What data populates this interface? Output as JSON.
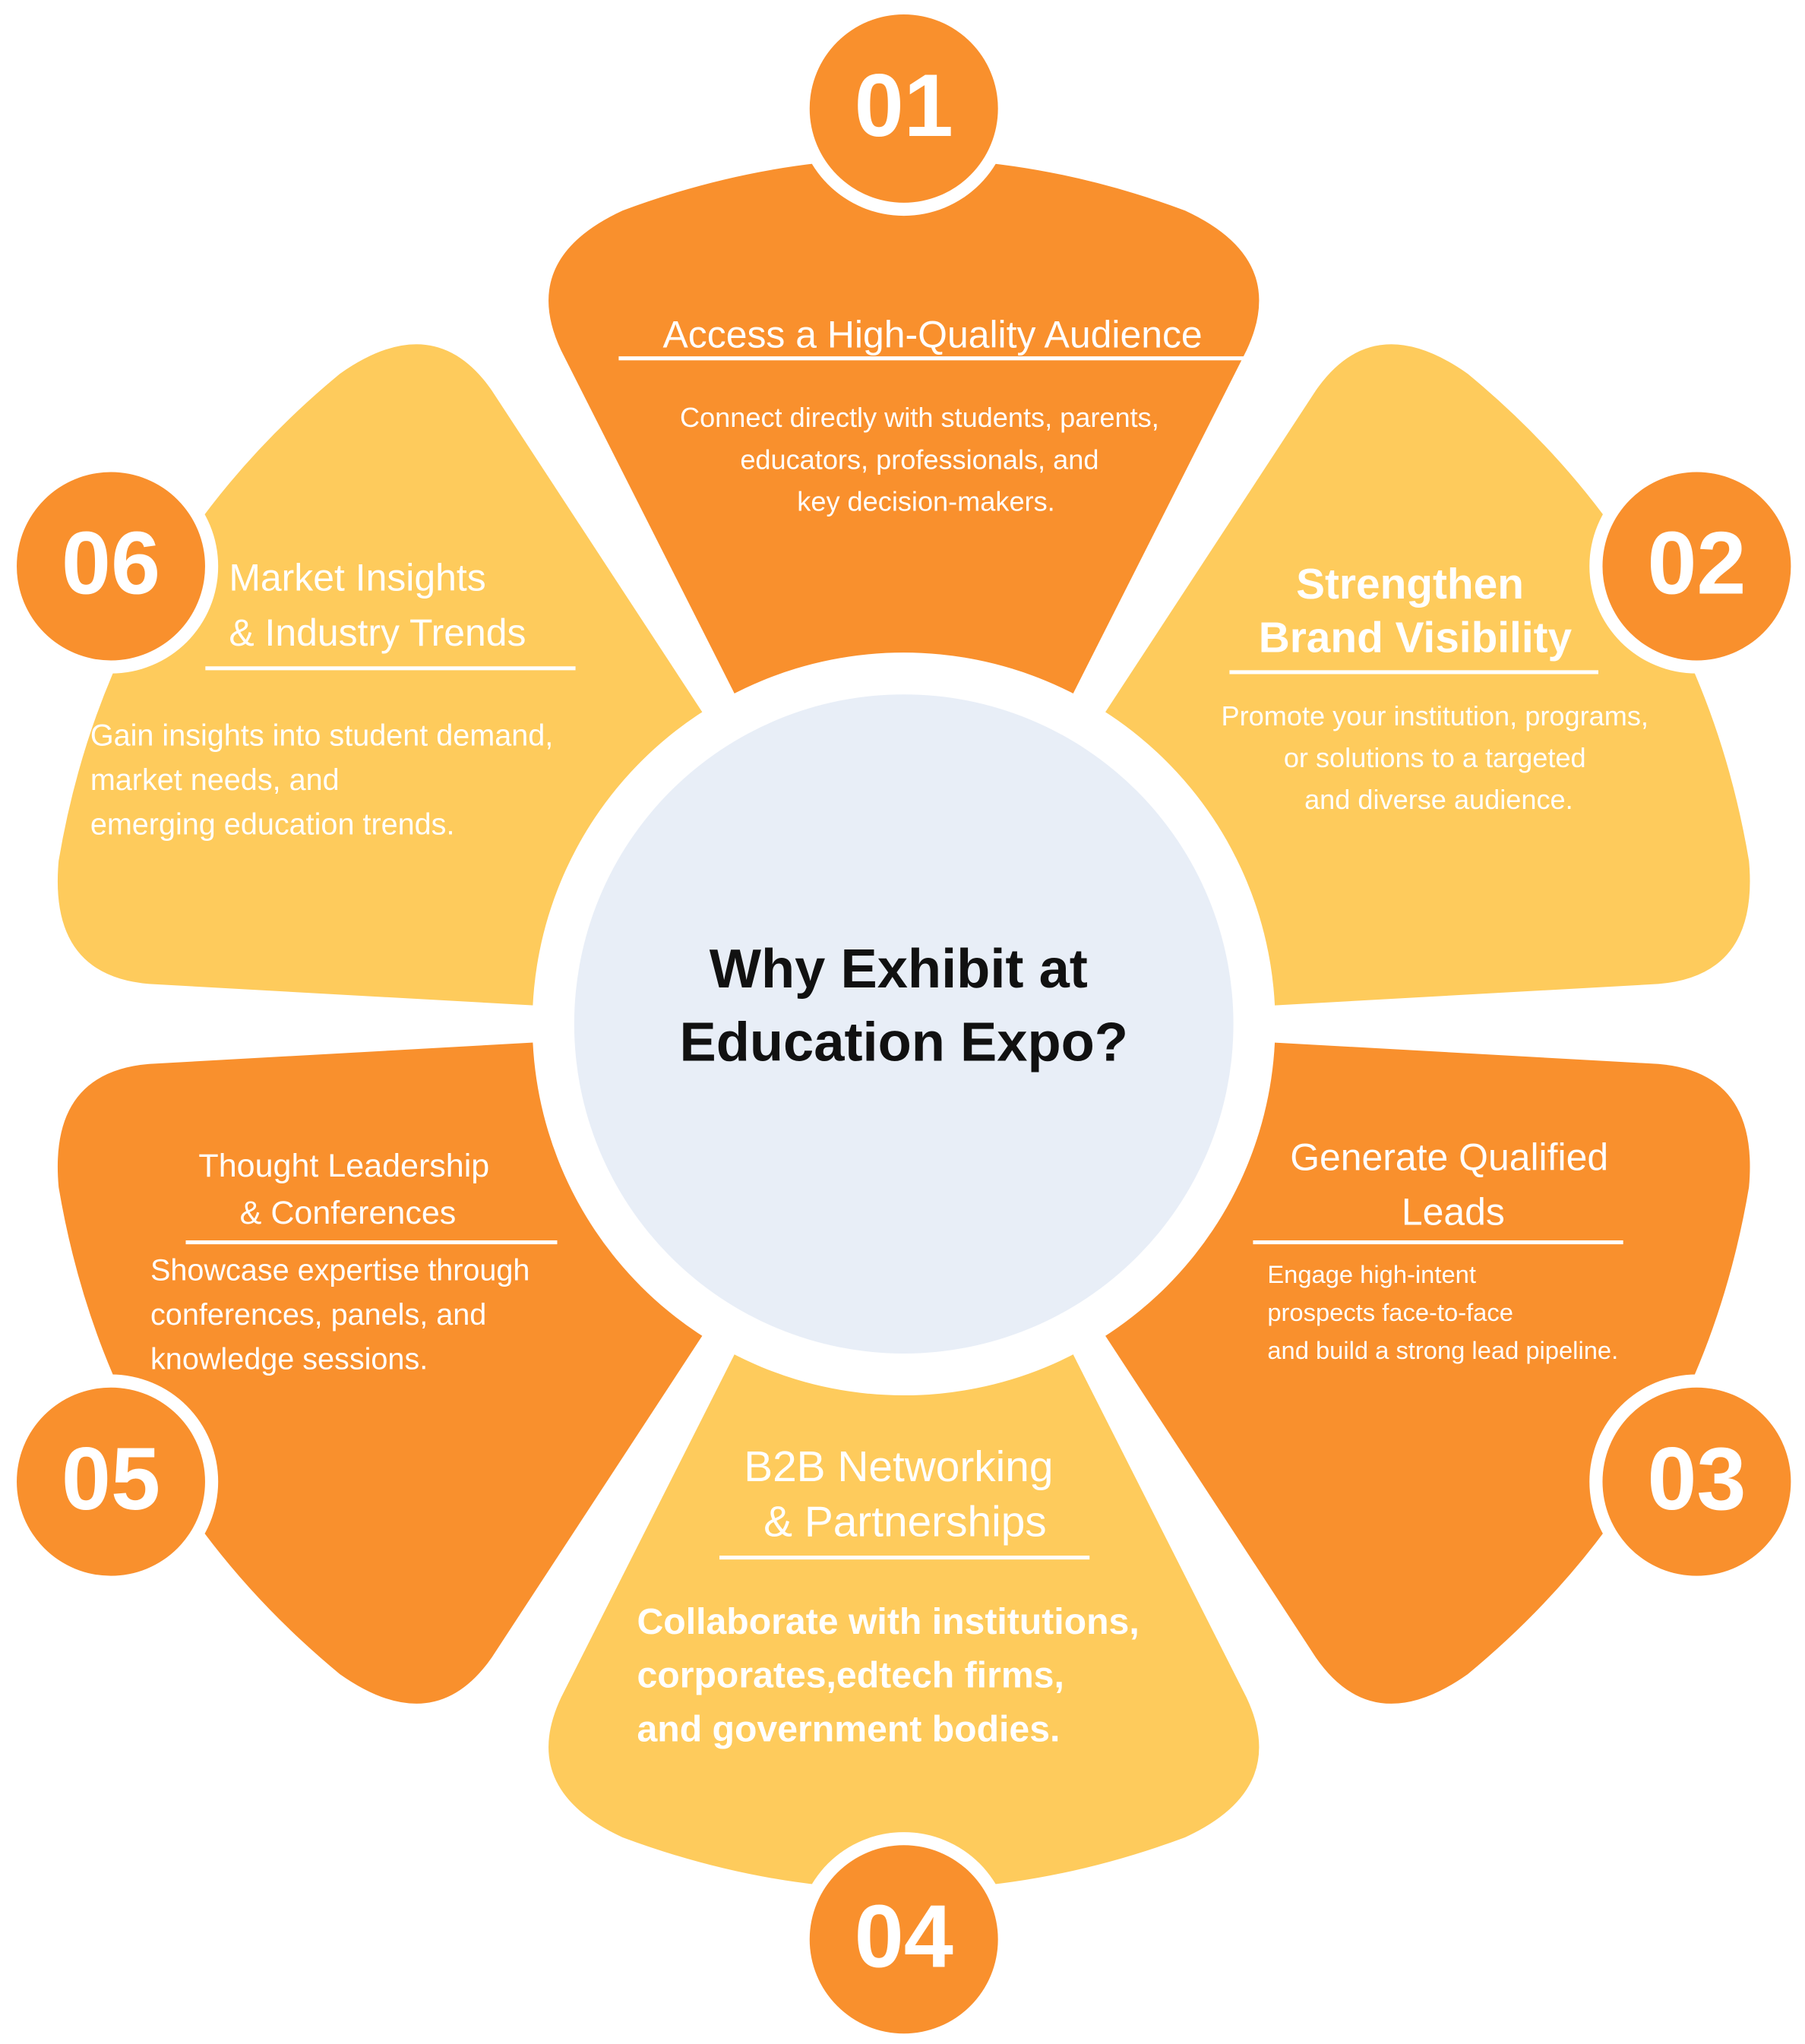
{
  "colors": {
    "dark": "#F9902D",
    "light": "#FECB5C",
    "center": "#E8EEF7",
    "gap": "#FFFFFF"
  },
  "center": {
    "line1": "Why Exhibit at",
    "line2": "Education Expo?"
  },
  "items": [
    {
      "number": "01",
      "title": [
        "Access a High-Quality Audience"
      ],
      "body": [
        "Connect directly with students, parents,",
        "educators, professionals, and",
        "key decision-makers."
      ]
    },
    {
      "number": "02",
      "title": [
        "Strengthen",
        "Brand Visibility"
      ],
      "body": [
        "Promote your institution, programs,",
        "or solutions to a targeted",
        "and diverse audience."
      ]
    },
    {
      "number": "03",
      "title": [
        "Generate Qualified",
        "Leads"
      ],
      "body": [
        "Engage high-intent",
        "prospects face-to-face",
        "and build a strong lead pipeline."
      ]
    },
    {
      "number": "04",
      "title": [
        "B2B Networking",
        "& Partnerships"
      ],
      "body": [
        "Collaborate with institutions,",
        "corporates,edtech firms,",
        "and government bodies."
      ]
    },
    {
      "number": "05",
      "title": [
        "Thought Leadership",
        "& Conferences"
      ],
      "body": [
        "Showcase expertise through",
        "conferences, panels, and",
        " knowledge sessions."
      ]
    },
    {
      "number": "06",
      "title": [
        "Market Insights",
        "& Industry Trends"
      ],
      "body": [
        "Gain insights into student demand,",
        "market needs, and",
        "emerging education trends."
      ]
    }
  ]
}
